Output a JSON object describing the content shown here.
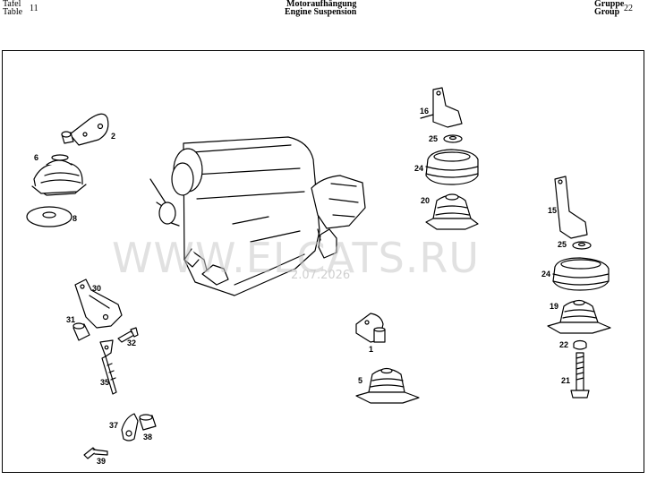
{
  "header": {
    "left_label_1": "Tafel",
    "left_label_2": "Table",
    "table_number": "11",
    "title_de": "Motoraufhängung",
    "title_en": "Engine Suspension",
    "right_label_1": "Gruppe",
    "right_label_2": "Group",
    "group_number": "22"
  },
  "watermark": {
    "brand": "WWW.ELCATS.RU",
    "date": "2.07.2026"
  },
  "callouts": {
    "c1": "1",
    "c2": "2",
    "c5": "5",
    "c6": "6",
    "c8": "8",
    "c15": "15",
    "c16": "16",
    "c19": "19",
    "c20": "20",
    "c21": "21",
    "c22": "22",
    "c24a": "24",
    "c24b": "24",
    "c25a": "25",
    "c25b": "25",
    "c30": "30",
    "c31": "31",
    "c32": "32",
    "c35": "35",
    "c37": "37",
    "c38": "38",
    "c39": "39"
  }
}
